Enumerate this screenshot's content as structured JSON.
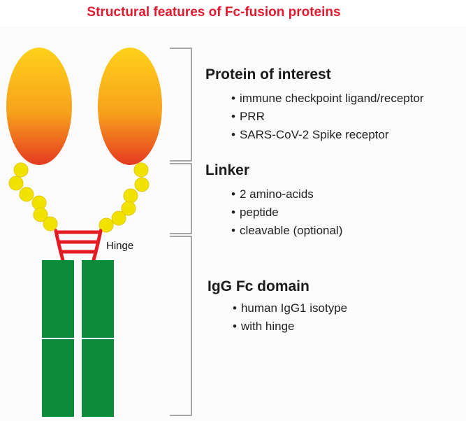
{
  "title": "Structural features of Fc-fusion proteins",
  "colors": {
    "title": "#e11b2f",
    "domain_top": "#ffd11a",
    "domain_bottom": "#e53a22",
    "linker_bead": "#f2e200",
    "hinge": "#e41b23",
    "fc": "#0d8a3a",
    "bracket": "#8a8a8a"
  },
  "labels": {
    "hinge": "Hinge"
  },
  "sections": [
    {
      "heading": "Protein of interest",
      "items": [
        "immune checkpoint ligand/receptor",
        "PRR",
        "SARS-CoV-2 Spike receptor"
      ]
    },
    {
      "heading": "Linker",
      "items": [
        "2 amino-acids",
        "peptide",
        "cleavable (optional)"
      ]
    },
    {
      "heading": "IgG Fc domain",
      "items": [
        "human IgG1 isotype",
        "with hinge"
      ]
    }
  ]
}
